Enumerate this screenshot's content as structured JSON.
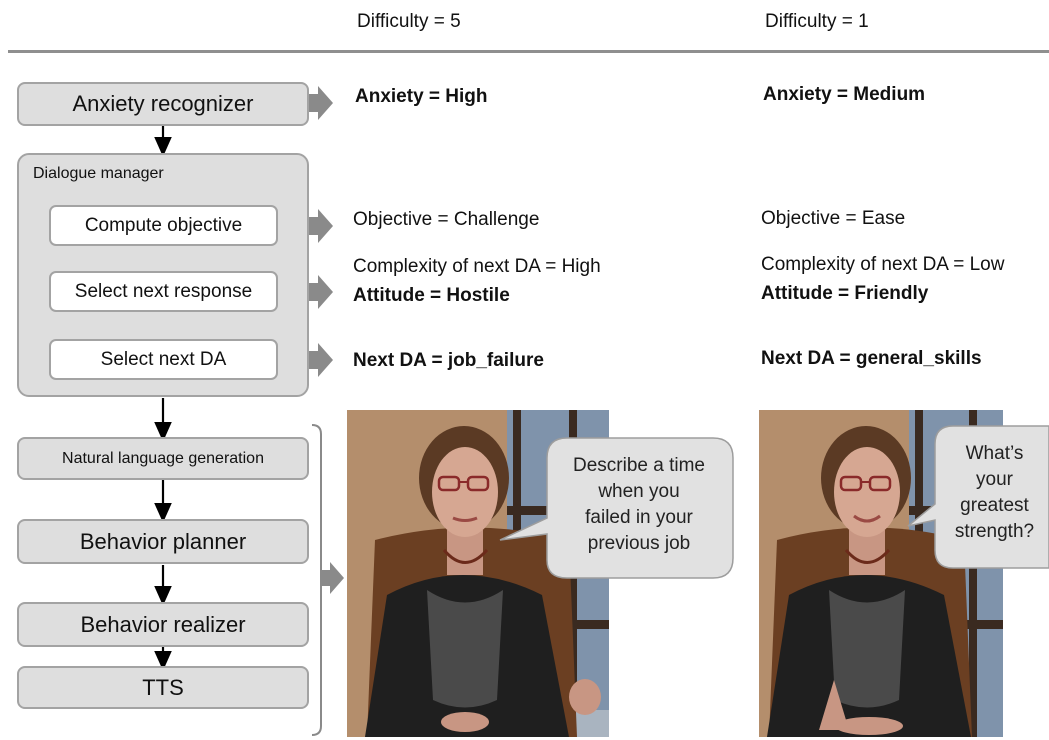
{
  "headers": {
    "left": "Difficulty = 5",
    "right": "Difficulty = 1"
  },
  "pipeline": {
    "anxiety_recognizer": "Anxiety recognizer",
    "dialogue_manager": "Dialogue manager",
    "compute_objective": "Compute objective",
    "select_next_response": "Select next response",
    "select_next_da": "Select next DA",
    "nlg": "Natural language generation",
    "behavior_planner": "Behavior planner",
    "behavior_realizer": "Behavior realizer",
    "tts": "TTS"
  },
  "left": {
    "anxiety": "Anxiety = High",
    "objective": "Objective = Challenge",
    "complexity": "Complexity of next DA = High",
    "attitude": "Attitude = Hostile",
    "next_da": "Next DA = job_failure",
    "bubble": [
      "Describe a time",
      "when you",
      "failed in your",
      "previous job"
    ]
  },
  "right": {
    "anxiety": "Anxiety = Medium",
    "objective": "Objective = Ease",
    "complexity": "Complexity of next DA = Low",
    "attitude": "Attitude = Friendly",
    "next_da": "Next DA = general_skills",
    "bubble": [
      "What’s",
      "your",
      "greatest",
      "strength?"
    ]
  },
  "colors": {
    "box_fill": "#dedede",
    "box_border": "#a3a3a3",
    "arrow_gray": "#8a8a8a",
    "wall": "#b99370",
    "window_blue": "#7f93ab",
    "jacket": "#1f1f1f"
  }
}
